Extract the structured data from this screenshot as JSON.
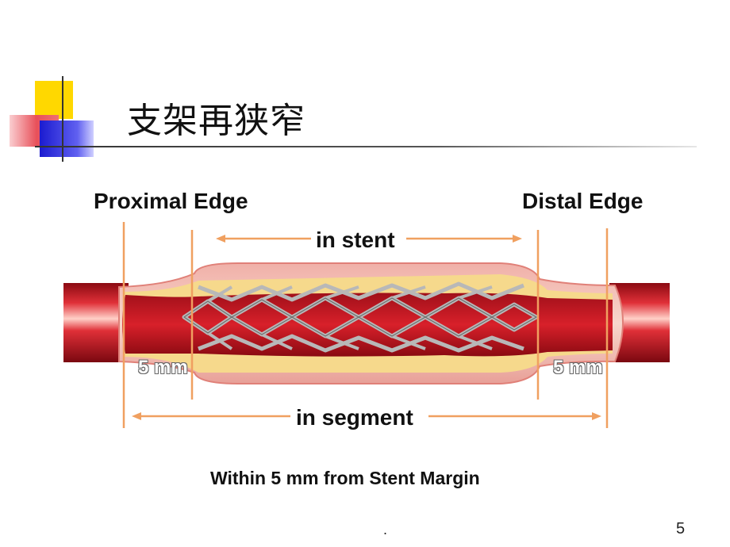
{
  "slide": {
    "title": "支架再狭窄",
    "page_number": "5",
    "footer_dot": "."
  },
  "diagram": {
    "proximal_label": "Proximal Edge",
    "distal_label": "Distal Edge",
    "in_stent_label": "in stent",
    "in_segment_label": "in segment",
    "left_margin_label": "5 mm",
    "right_margin_label": "5 mm",
    "caption": "Within 5 mm from Stent Margin"
  },
  "colors": {
    "guide_line": "#f0a060",
    "vessel_red": "#c8141e",
    "plaque_yellow": "#f6d98c",
    "stent_grey": "#b8b8b8"
  }
}
